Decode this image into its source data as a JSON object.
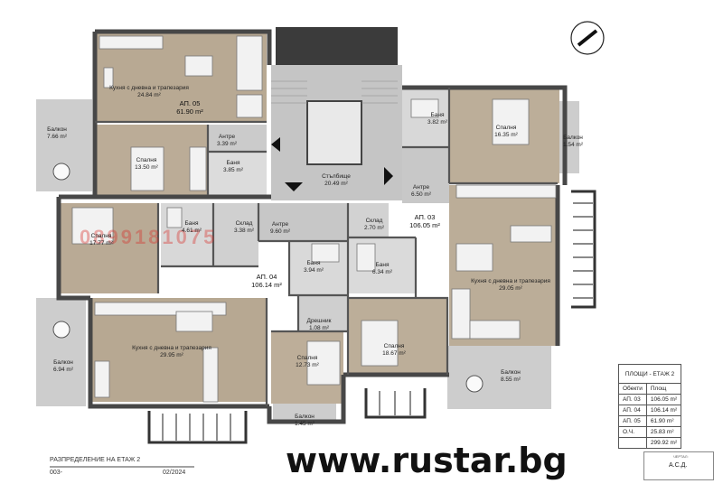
{
  "rooms": {
    "ap05_kitchen": {
      "name": "Кухня с дневна и трапезария",
      "area": "24.84 m²"
    },
    "ap05_title": {
      "name": "АП. 05",
      "area": "61.90 m²"
    },
    "ap05_hall": {
      "name": "Антре",
      "area": "3.39 m²"
    },
    "ap05_bath": {
      "name": "Баня",
      "area": "3.85 m²"
    },
    "ap05_bedroom": {
      "name": "Спалня",
      "area": "13.50 m²"
    },
    "ap05_balcony": {
      "name": "Балкон",
      "area": "7.66 m²"
    },
    "stairwell": {
      "name": "Стълбище",
      "area": "20.49 m²"
    },
    "ap03_bath": {
      "name": "Баня",
      "area": "3.82 m²"
    },
    "ap03_bedroom": {
      "name": "Спалня",
      "area": "16.35 m²"
    },
    "ap03_balcony_r": {
      "name": "Балкон",
      "area": "1.54 m²"
    },
    "ap03_hall": {
      "name": "Антре",
      "area": "6.50 m²"
    },
    "ap03_title": {
      "name": "АП. 03",
      "area": "106.05 m²"
    },
    "ap03_storage": {
      "name": "Склад",
      "area": "2.70 m²"
    },
    "ap03_bath2": {
      "name": "Баня",
      "area": "6.34 m²"
    },
    "ap03_kitchen": {
      "name": "Кухня с дневна и трапезария",
      "area": "29.05 m²"
    },
    "ap03_bedroom2": {
      "name": "Спалня",
      "area": "18.67 m²"
    },
    "ap03_balcony_b": {
      "name": "Балкон",
      "area": "8.55 m²"
    },
    "ap04_bedroom": {
      "name": "Спалня",
      "area": "17.77 m²"
    },
    "ap04_bath": {
      "name": "Баня",
      "area": "4.61 m²"
    },
    "ap04_storage": {
      "name": "Склад",
      "area": "3.38 m²"
    },
    "ap04_hall": {
      "name": "Антре",
      "area": "9.60 m²"
    },
    "ap04_bath2": {
      "name": "Баня",
      "area": "3.94 m²"
    },
    "ap04_title": {
      "name": "АП. 04",
      "area": "106.14 m²"
    },
    "ap04_wardrobe": {
      "name": "Дрешник",
      "area": "1.08 m²"
    },
    "ap04_bedroom2": {
      "name": "Спалня",
      "area": "12.73 m²"
    },
    "ap04_balcony_l": {
      "name": "Балкон",
      "area": "6.94 m²"
    },
    "ap04_kitchen": {
      "name": "Кухня с дневна и трапезария",
      "area": "29.95 m²"
    },
    "ap04_balcony_b": {
      "name": "Балкон",
      "area": "1.45 m²"
    }
  },
  "watermark": "0899181075",
  "website": "www.rustar.bg",
  "footer": {
    "title": "РАЗПРЕДЕЛЕНИЕ НА ЕТАЖ 2",
    "sheet": "003-",
    "date": "02/2024"
  },
  "area_table": {
    "title": "ПЛОЩИ - ЕТАЖ 2",
    "headers": [
      "Обекти",
      "Площ"
    ],
    "rows": [
      [
        "АП. 03",
        "106.05 m²"
      ],
      [
        "АП. 04",
        "106.14 m²"
      ],
      [
        "АП. 05",
        "61.90 m²"
      ],
      [
        "О.Ч.",
        "25.83 m²"
      ],
      [
        "",
        "299.92 m²"
      ]
    ]
  },
  "signature": {
    "label": "ЧЕРТАЛ:",
    "value": "А.С.Д."
  },
  "colors": {
    "wall": "#4a4a4a",
    "floor_wood": "#b9aa95",
    "floor_tile": "#d7d7d7",
    "floor_common": "#c9c9c9",
    "balcony": "#cfcfcf"
  }
}
